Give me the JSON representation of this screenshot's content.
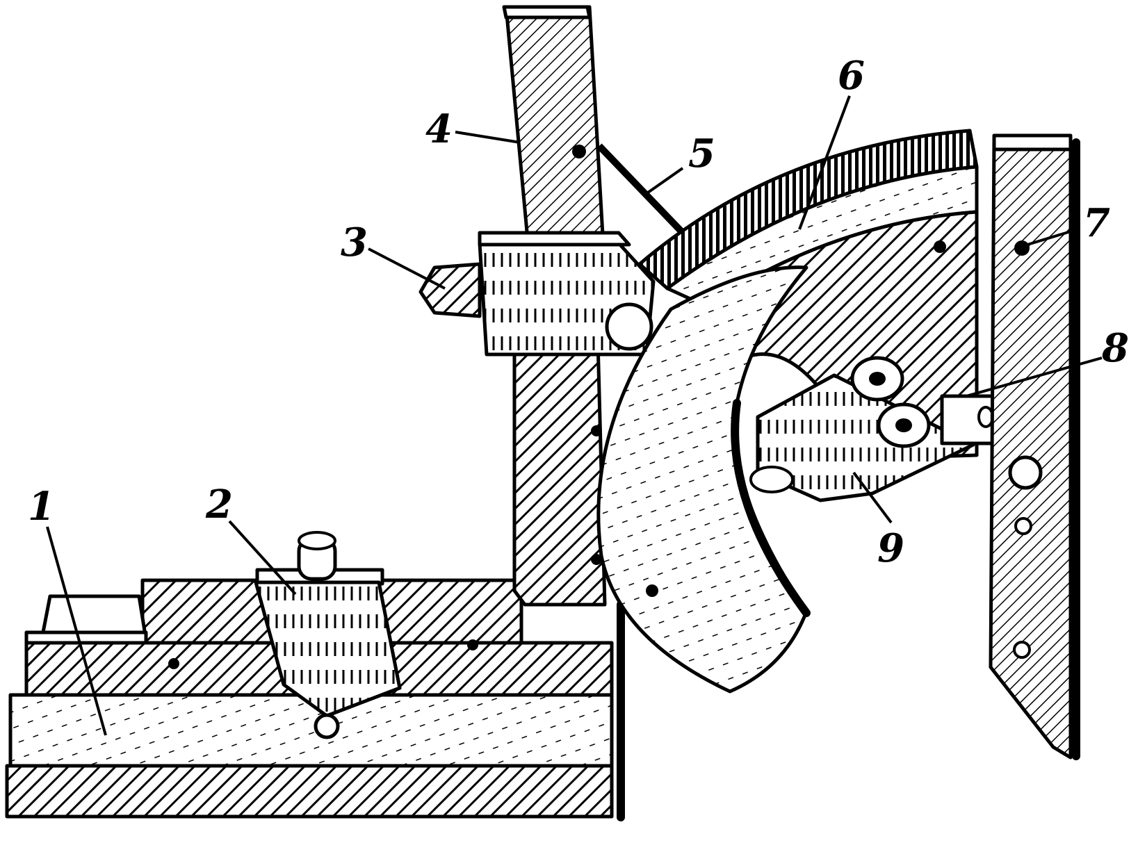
{
  "colors": {
    "ink": "#000000",
    "paper": "#ffffff"
  },
  "callouts": [
    {
      "id": "base",
      "label": "1"
    },
    {
      "id": "sliding-stop",
      "label": "2"
    },
    {
      "id": "clamp-screw",
      "label": "3"
    },
    {
      "id": "vertical-bar",
      "label": "4"
    },
    {
      "id": "brace-rod",
      "label": "5"
    },
    {
      "id": "arc-scale",
      "label": "6"
    },
    {
      "id": "square-blade",
      "label": "7"
    },
    {
      "id": "vernier-slider",
      "label": "8"
    },
    {
      "id": "swing-arm",
      "label": "9"
    }
  ]
}
